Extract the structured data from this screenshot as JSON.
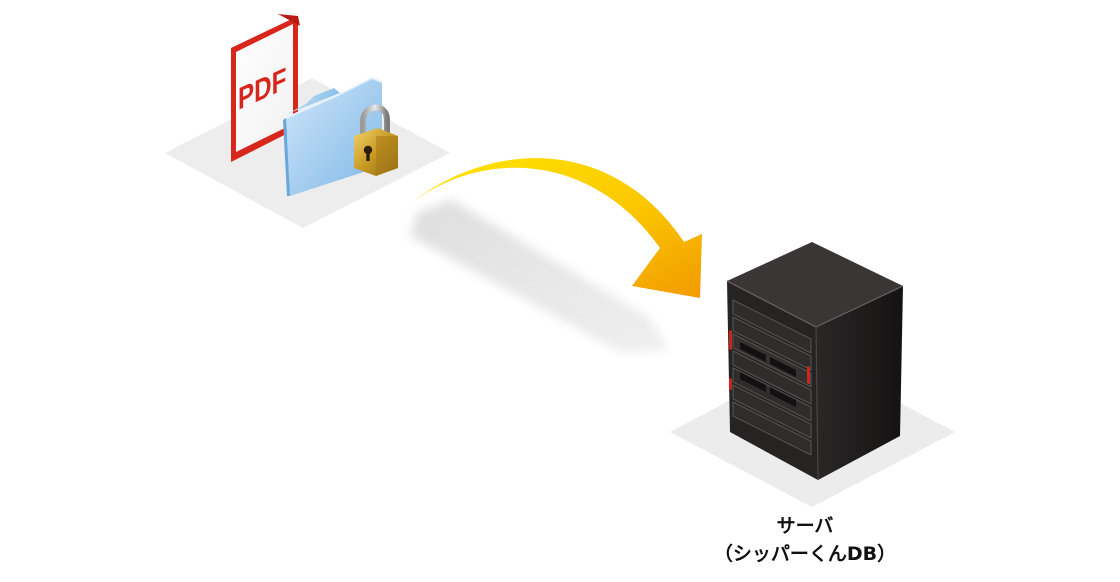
{
  "source_item": {
    "pdf_label": "PDF",
    "icons": [
      "pdf-document-icon",
      "folder-icon",
      "padlock-icon"
    ]
  },
  "transfer": {
    "icon": "curved-arrow-icon",
    "color": "#f7b500"
  },
  "server": {
    "icon": "server-rack-icon",
    "caption_line1": "サーバ",
    "caption_line2": "（シッパーくんDB）"
  },
  "colors": {
    "pdf_red": "#d7261c",
    "folder_blue": "#9fcbee",
    "lock_gold": "#c9a02c",
    "server_body": "#1b1919",
    "pedestal": "#ececec"
  }
}
